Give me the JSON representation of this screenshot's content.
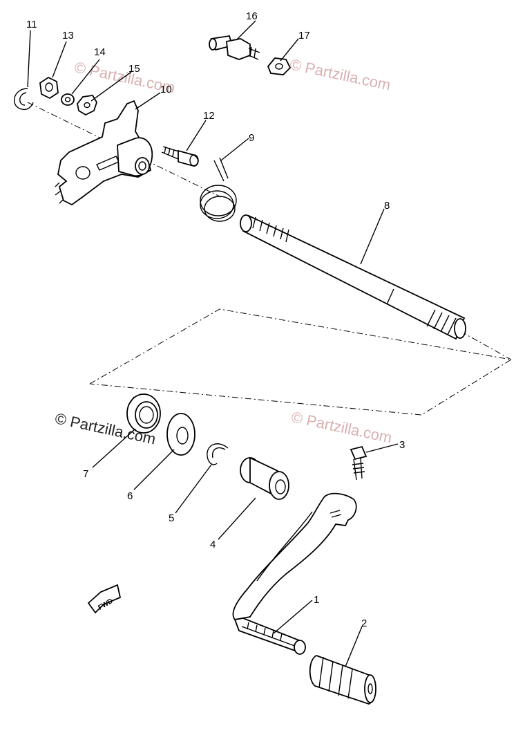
{
  "watermarks": [
    "© Partzilla.com",
    "© Partzilla.com",
    "© Partzilla.com",
    "© Partzilla.com"
  ],
  "fwd_label": "FWD",
  "callouts": [
    "1",
    "2",
    "3",
    "4",
    "5",
    "6",
    "7",
    "8",
    "9",
    "10",
    "11",
    "12",
    "13",
    "14",
    "15",
    "16",
    "17"
  ]
}
